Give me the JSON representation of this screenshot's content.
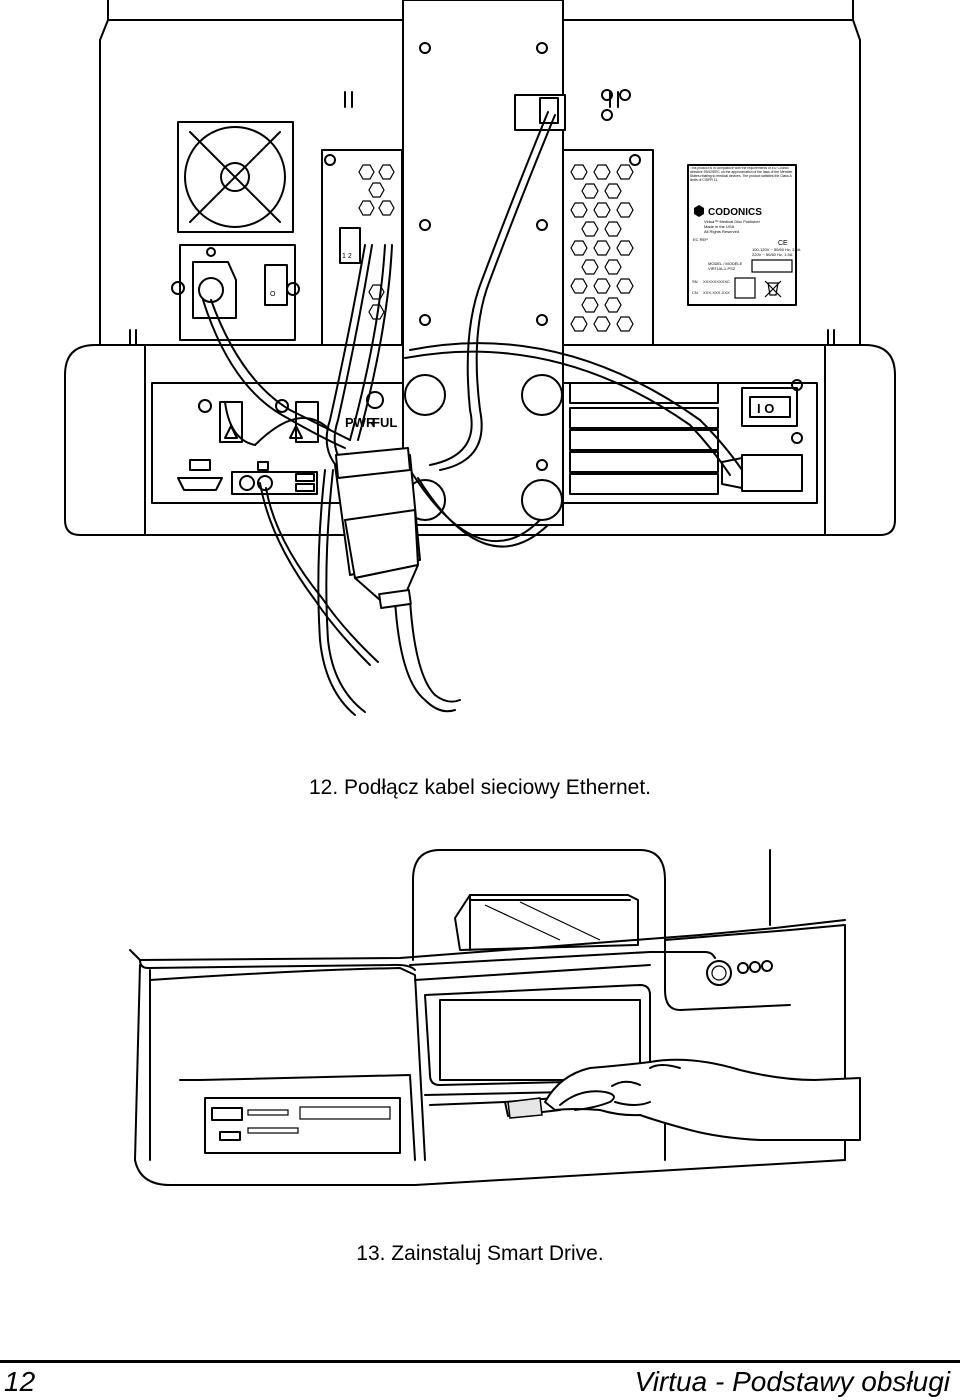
{
  "figure_1": {
    "label_text": {
      "brand": "CODONICS",
      "product": "Virtua™ Medical Disc Publisher",
      "product_line2": "Made in the USA",
      "product_line3": "All Rights Reserved",
      "compliance": "This product is in compliance with the requirements of EU Council directive 93/42/EEC on the approximation of the laws of the Member States relating to medical devices. The product satisfies the Class A limits of CISPR 11.",
      "rep": "EC REP",
      "ce": "CE",
      "power_1": "100-120V ~ 50/60 Hz, 3.5A",
      "power_2": "220V ~ 50/60 Hz, 1.5A",
      "model_label": "MODEL / MODÈLE",
      "model_value": "VIRTUA-1-PS2",
      "sn_label": "SN",
      "sn_value": "XXXXXXXXXC",
      "cn_label": "CN",
      "cn_value": "XXX-XXX-XXX"
    },
    "panel_text": {
      "port_numbers": "1 2",
      "switch_text": "I O",
      "pwr": "PWR",
      "ful": "FUL"
    }
  },
  "captions": {
    "step_12": "12.  Podłącz kabel sieciowy Ethernet.",
    "step_13": "13.  Zainstaluj Smart Drive."
  },
  "footer": {
    "page_number": "12",
    "title": "Virtua - Podstawy obsługi"
  }
}
